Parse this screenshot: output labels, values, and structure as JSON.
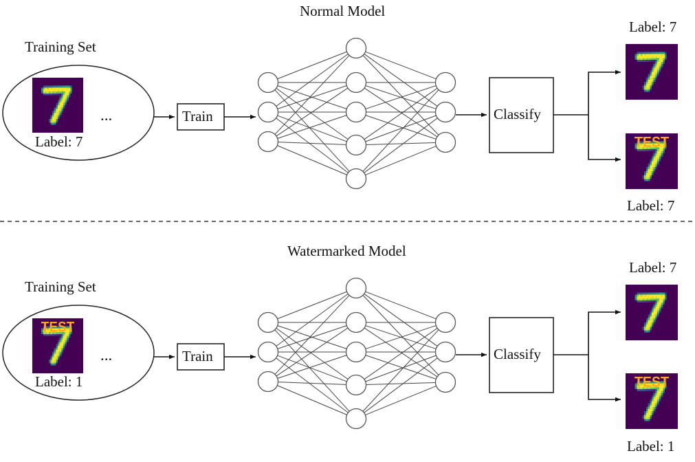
{
  "figure": {
    "divider": "dashed-horizontal-separator",
    "panels": [
      {
        "id": "normal",
        "title": "Normal Model",
        "training_set_label": "Training Set",
        "ellipsis": "...",
        "train_box_label": "Train",
        "classify_box_label": "Classify",
        "sample": {
          "image": "mnist-digit-7",
          "watermark": null,
          "caption": "Label: 7"
        },
        "outputs": [
          {
            "image": "mnist-digit-7",
            "watermark": null,
            "caption": "Label: 7",
            "caption_position": "above"
          },
          {
            "image": "mnist-digit-7",
            "watermark": "TEST",
            "caption": "Label: 7",
            "caption_position": "below"
          }
        ],
        "network": {
          "input_nodes": 3,
          "hidden_nodes": 5,
          "output_nodes": 3
        }
      },
      {
        "id": "watermarked",
        "title": "Watermarked Model",
        "training_set_label": "Training Set",
        "ellipsis": "...",
        "train_box_label": "Train",
        "classify_box_label": "Classify",
        "sample": {
          "image": "mnist-digit-7",
          "watermark": "TEST",
          "caption": "Label: 1"
        },
        "outputs": [
          {
            "image": "mnist-digit-7",
            "watermark": null,
            "caption": "Label: 7",
            "caption_position": "above"
          },
          {
            "image": "mnist-digit-7",
            "watermark": "TEST",
            "caption": "Label: 1",
            "caption_position": "below"
          }
        ],
        "network": {
          "input_nodes": 3,
          "hidden_nodes": 5,
          "output_nodes": 3
        }
      }
    ]
  },
  "colors": {
    "stroke": "#222222",
    "node_stroke": "#555555",
    "edge_stroke": "#444444",
    "viridis_dark": "#440154",
    "viridis_mid": "#21918c",
    "viridis_light": "#fde725",
    "watermark_text": "#ffa51e",
    "background": "#ffffff"
  }
}
